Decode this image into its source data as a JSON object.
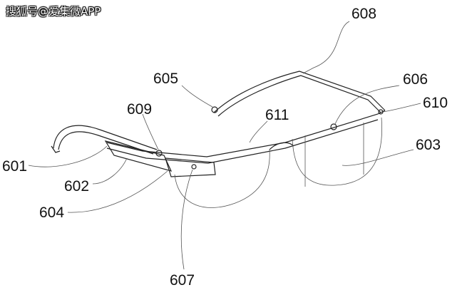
{
  "watermark": "搜狐号@爱集微APP",
  "labels": {
    "l601": "601",
    "l602": "602",
    "l603": "603",
    "l604": "604",
    "l605": "605",
    "l606": "606",
    "l607": "607",
    "l608": "608",
    "l609": "609",
    "l610": "610",
    "l611": "611"
  }
}
